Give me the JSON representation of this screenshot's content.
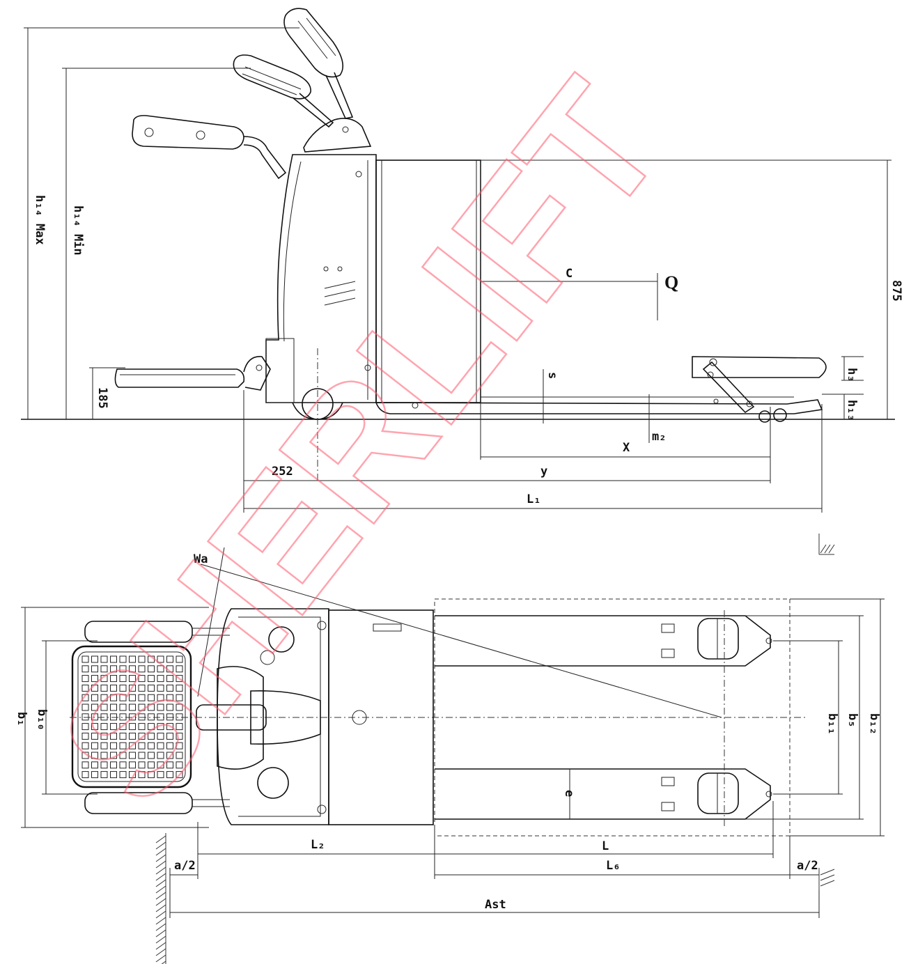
{
  "watermark": "SHERLIFT",
  "side_view": {
    "labels": {
      "h14_max": "h₁₄ Max",
      "h14_min": "h₁₄ Min",
      "h875": "875",
      "h185": "185",
      "C": "C",
      "Q": "Q",
      "s": "s",
      "h3": "h₃",
      "h13": "h₁₃",
      "m2": "m₂",
      "x": "X",
      "y": "y",
      "d252": "252",
      "L1": "L₁"
    }
  },
  "top_view": {
    "labels": {
      "Wa": "Wa",
      "b1": "b₁",
      "b10": "b₁₀",
      "b11": "b₁₁",
      "b5": "b₅",
      "b12": "b₁₂",
      "e": "e",
      "L2": "L₂",
      "L": "L",
      "L6": "L₆",
      "a2_left": "a/2",
      "a2_right": "a/2",
      "Ast": "Ast"
    }
  }
}
